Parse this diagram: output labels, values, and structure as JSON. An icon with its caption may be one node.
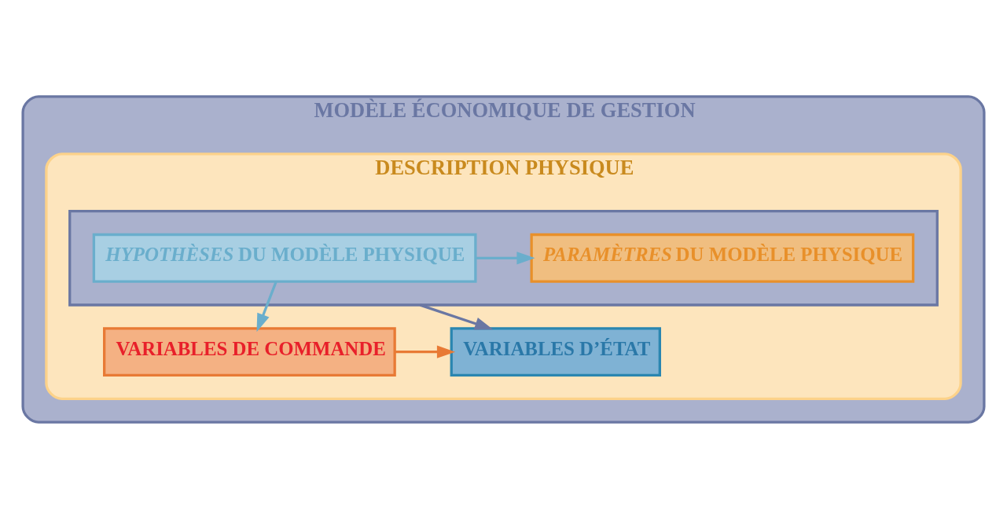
{
  "diagram": {
    "nodes": [
      {
        "text": [
          "MODÈLE ÉCONOMIQUE DE GESTION"
        ]
      },
      {
        "text": [
          "DESCRIPTION PHYSIQUE"
        ],
        "in": 0
      },
      {
        "text": [],
        "shape": "box",
        "in": 1
      },
      {
        "text": [
          "*HYPOTHÈSES* DU MODÈLE PHYSIQUE"
        ],
        "in": 2
      },
      {
        "text": [
          "*PARAMÈTRES* DU MODÈLE PHYSIQUE"
        ],
        "in": 2
      },
      {
        "text": [
          "VARIABLES DE COMMANDE"
        ],
        "in": 1
      },
      {
        "text": [
          "VARIABLES D’ÉTAT"
        ],
        "in": 1
      }
    ],
    "edges": [
      {
        "from": 3,
        "to": 4,
        "arrow": "to",
        "color": "#6aaecc"
      },
      {
        "from": 3,
        "to": 5,
        "arrow": "to",
        "color": "#6aaecc"
      },
      {
        "from": 2,
        "to": 6,
        "arrow": "to",
        "color": "#6a77a3"
      },
      {
        "from": 5,
        "to": 6,
        "arrow": "to",
        "color": "#e87a35"
      }
    ]
  }
}
